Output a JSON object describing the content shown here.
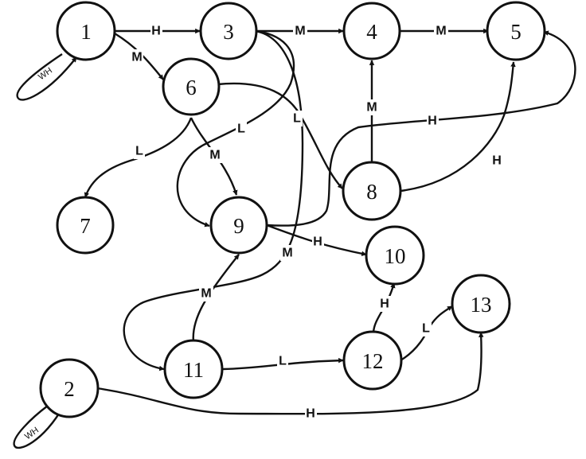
{
  "nodes": [
    {
      "id": "1",
      "label": "1"
    },
    {
      "id": "2",
      "label": "2"
    },
    {
      "id": "3",
      "label": "3"
    },
    {
      "id": "4",
      "label": "4"
    },
    {
      "id": "5",
      "label": "5"
    },
    {
      "id": "6",
      "label": "6"
    },
    {
      "id": "7",
      "label": "7"
    },
    {
      "id": "8",
      "label": "8"
    },
    {
      "id": "9",
      "label": "9"
    },
    {
      "id": "10",
      "label": "10"
    },
    {
      "id": "11",
      "label": "11"
    },
    {
      "id": "12",
      "label": "12"
    },
    {
      "id": "13",
      "label": "13"
    }
  ],
  "edges": [
    {
      "id": "e-1-1",
      "from": "1",
      "to": "1",
      "label": "WH"
    },
    {
      "id": "e-1-3",
      "from": "1",
      "to": "3",
      "label": "H"
    },
    {
      "id": "e-1-6",
      "from": "1",
      "to": "6",
      "label": "M"
    },
    {
      "id": "e-3-4",
      "from": "3",
      "to": "4",
      "label": "M"
    },
    {
      "id": "e-3-9",
      "from": "3",
      "to": "9",
      "label": "L"
    },
    {
      "id": "e-3-11",
      "from": "3",
      "to": "11",
      "label": "M"
    },
    {
      "id": "e-4-5",
      "from": "4",
      "to": "5",
      "label": "M"
    },
    {
      "id": "e-6-7",
      "from": "6",
      "to": "7",
      "label": "L"
    },
    {
      "id": "e-6-9",
      "from": "6",
      "to": "9",
      "label": "M"
    },
    {
      "id": "e-6-8",
      "from": "6",
      "to": "8",
      "label": "L"
    },
    {
      "id": "e-8-4",
      "from": "8",
      "to": "4",
      "label": "M"
    },
    {
      "id": "e-8-5",
      "from": "8",
      "to": "5",
      "label": "H"
    },
    {
      "id": "e-9-5",
      "from": "9",
      "to": "5",
      "label": "H"
    },
    {
      "id": "e-9-10",
      "from": "9",
      "to": "10",
      "label": "H"
    },
    {
      "id": "e-11-9",
      "from": "11",
      "to": "9",
      "label": "M"
    },
    {
      "id": "e-11-12",
      "from": "11",
      "to": "12",
      "label": "L"
    },
    {
      "id": "e-12-10",
      "from": "12",
      "to": "10",
      "label": "H"
    },
    {
      "id": "e-12-13",
      "from": "12",
      "to": "13",
      "label": "L"
    },
    {
      "id": "e-2-2",
      "from": "2",
      "to": "2",
      "label": "WH"
    },
    {
      "id": "e-2-13",
      "from": "2",
      "to": "13",
      "label": "H"
    }
  ]
}
